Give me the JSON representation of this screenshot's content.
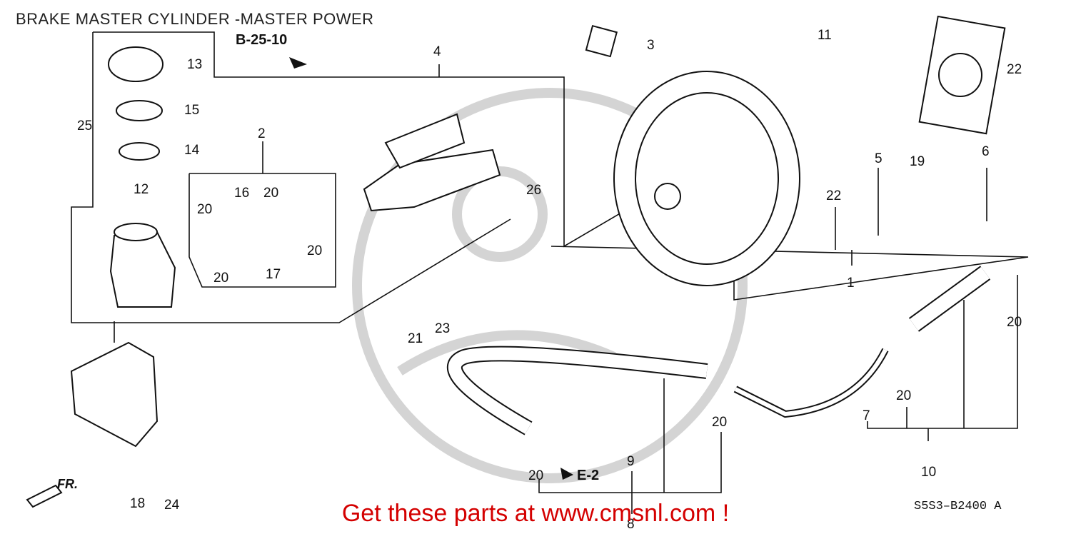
{
  "title": "BRAKE MASTER CYLINDER -MASTER POWER",
  "promo": "Get these parts at www.cmsnl.com !",
  "diagram_code": "S5S3–B2400 A",
  "references": {
    "top": "B-25-10",
    "bottom": "E-2",
    "front": "FR."
  },
  "callouts": {
    "c1": "1",
    "c2": "2",
    "c3": "3",
    "c4": "4",
    "c5": "5",
    "c6": "6",
    "c7": "7",
    "c8": "8",
    "c9": "9",
    "c10": "10",
    "c11": "11",
    "c12": "12",
    "c13": "13",
    "c14": "14",
    "c15": "15",
    "c16": "16",
    "c17": "17",
    "c18": "18",
    "c19": "19",
    "c20": "20",
    "c21": "21",
    "c22": "22",
    "c23": "23",
    "c24": "24",
    "c25": "25",
    "c26": "26"
  },
  "colors": {
    "promo": "#d40000",
    "watermark": "#d4d4d4",
    "lines": "#111111"
  }
}
